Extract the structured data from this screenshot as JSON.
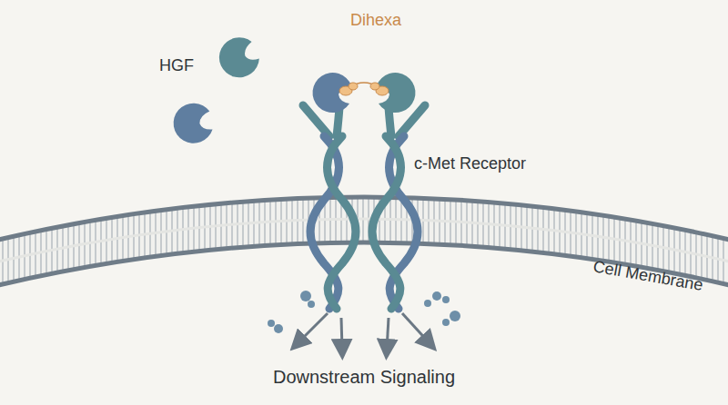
{
  "diagram": {
    "labels": [
      "HGF",
      "Dihexa",
      "c-Met Receptor",
      "Cell Membrane",
      "Downstream Signaling"
    ]
  }
}
